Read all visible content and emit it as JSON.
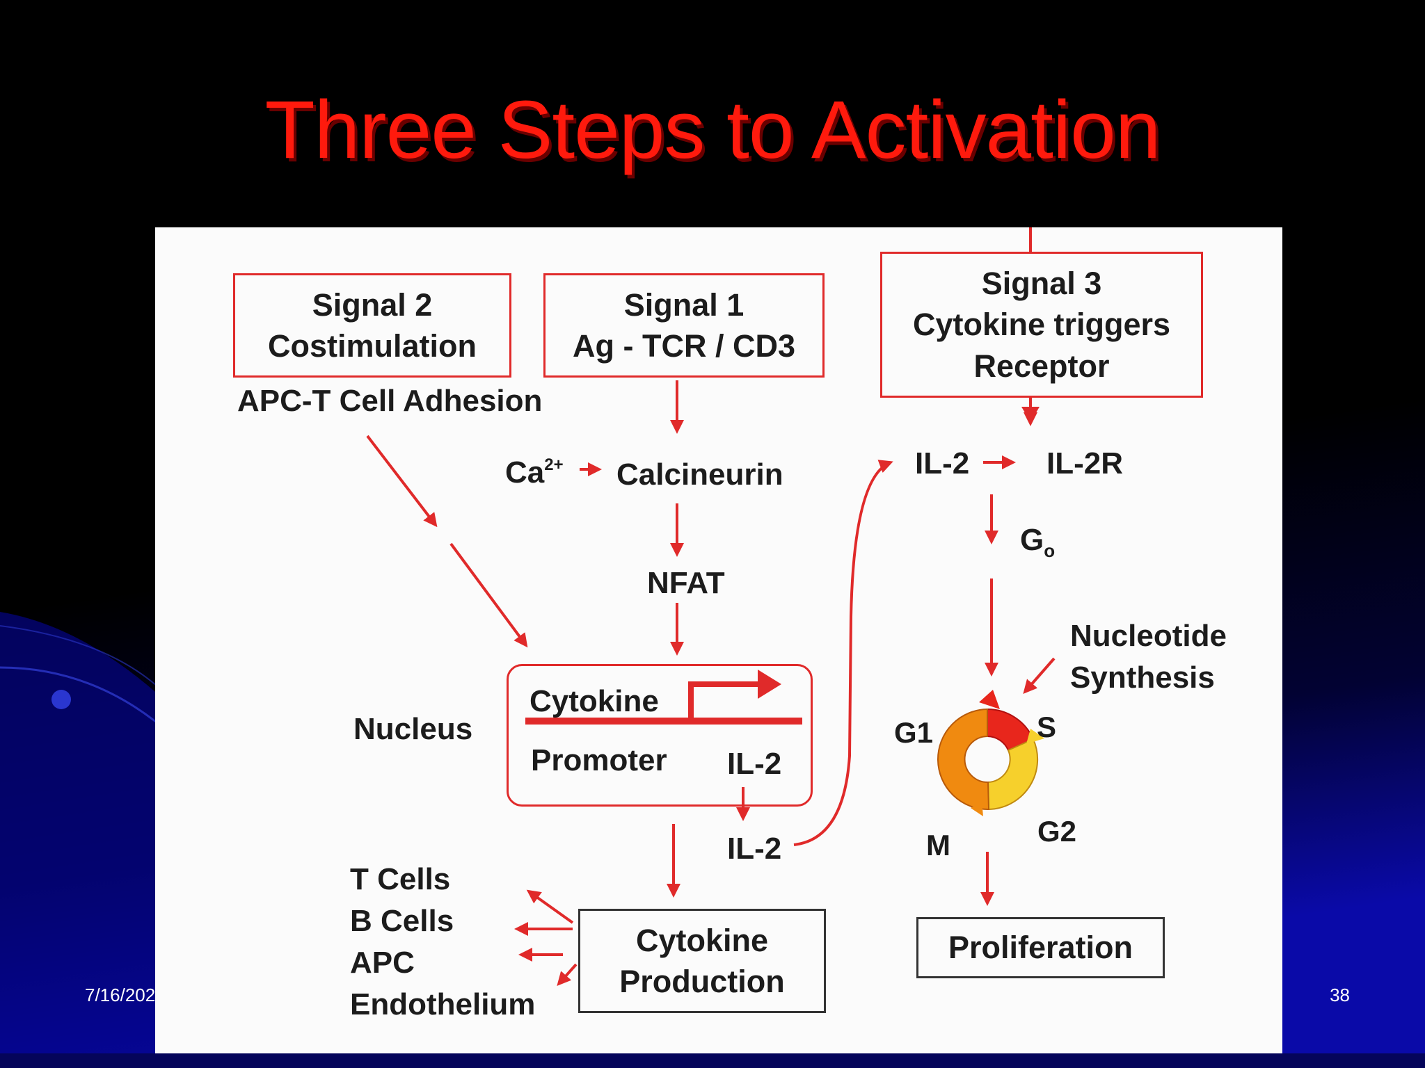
{
  "slide": {
    "title": "Three Steps to Activation",
    "date": "7/16/202",
    "page_number": "38"
  },
  "diagram": {
    "signal2": {
      "line1": "Signal 2",
      "line2": "Costimulation",
      "caption": "APC-T Cell Adhesion"
    },
    "signal1": {
      "line1": "Signal 1",
      "line2": "Ag - TCR / CD3"
    },
    "signal3": {
      "line1": "Signal 3",
      "line2": "Cytokine triggers",
      "line3": "Receptor"
    },
    "ca": "Ca",
    "ca_sup": "2+",
    "calcineurin": "Calcineurin",
    "nfat": "NFAT",
    "nucleus": "Nucleus",
    "cytokine": "Cytokine",
    "promoter": "Promoter",
    "il2_inner": "IL-2",
    "il2_out": "IL-2",
    "il2_right": "IL-2",
    "il2r": "IL-2R",
    "g0": "G",
    "g0_sub": "o",
    "nucleotide": "Nucleotide",
    "synthesis": "Synthesis",
    "g1": "G1",
    "s": "S",
    "m": "M",
    "g2": "G2",
    "targets": [
      "T Cells",
      "B Cells",
      "APC",
      "Endothelium"
    ],
    "cytokine_production": {
      "line1": "Cytokine",
      "line2": "Production"
    },
    "proliferation": "Proliferation"
  },
  "colors": {
    "title": "#ff1a0d",
    "arrow": "#e02a2a",
    "cycle_red": "#e8261c",
    "cycle_orange": "#f08a10",
    "cycle_yellow": "#f6d02c"
  }
}
